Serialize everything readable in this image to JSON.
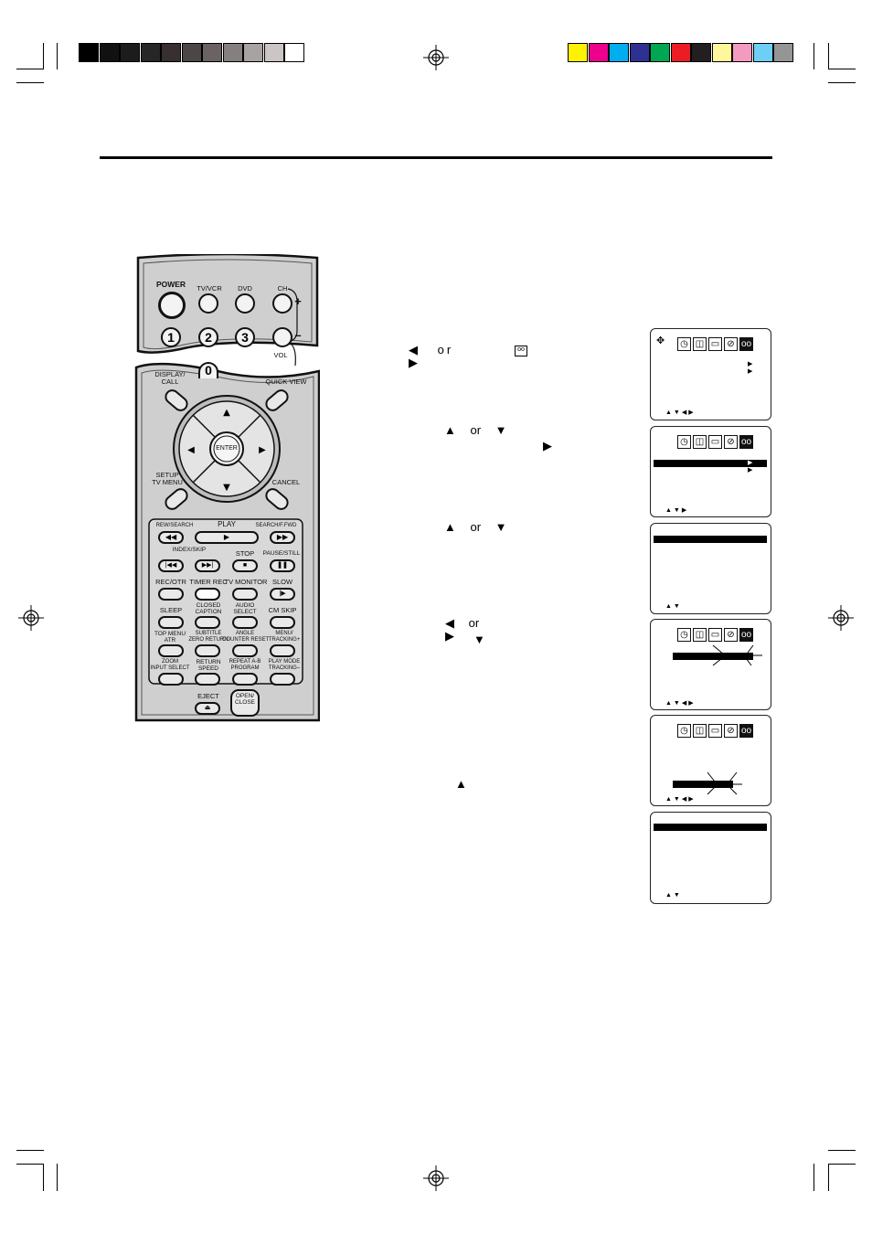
{
  "printer_swatches_gray": [
    "#000000",
    "#111111",
    "#1c1c1c",
    "#262626",
    "#383030",
    "#4d4646",
    "#6b6363",
    "#857f7f",
    "#a8a2a2",
    "#cbc5c5",
    "#ffffff"
  ],
  "printer_swatches_color": [
    "#fff200",
    "#ec008c",
    "#00aeef",
    "#2e3192",
    "#00a651",
    "#ed1c24",
    "#231f20",
    "#fff799",
    "#f49ac1",
    "#6dcff6",
    "#959595"
  ],
  "remote": {
    "power_label": "POWER",
    "tvvcr_label": "TV/VCR",
    "dvd_label": "DVD",
    "ch_label": "CH",
    "ch_plus": "+",
    "ch_minus": "–",
    "vol_label": "VOL",
    "numbers": [
      "1",
      "2",
      "3",
      "0"
    ],
    "display_label": "DISPLAY/\nCALL",
    "quick_view_label": "QUICK VIEW",
    "enter_label": "ENTER",
    "setup_label": "SETUP\nTV MENU",
    "cancel_label": "CANCEL",
    "rew_label": "REW/SEARCH",
    "play_label": "PLAY",
    "ffwd_label": "SEARCH/F.FWD",
    "index_label": "INDEX/SKIP",
    "stop_label": "STOP",
    "pause_label": "PAUSE/STILL",
    "recotr_label": "REC/OTR",
    "timerrec_label": "TIMER REC",
    "tvmonitor_label": "TV MONITOR",
    "slow_label": "SLOW",
    "sleep_label": "SLEEP",
    "closed_caption_label": "CLOSED\nCAPTION",
    "audio_select_label": "AUDIO\nSELECT",
    "cm_skip_label": "CM SKIP",
    "top_menu_label": "TOP MENU\nATR",
    "subtitle_label": "SUBTITLE\nZERO RETURN",
    "angle_label": "ANGLE\nCOUNTER RESET",
    "menu_tracking_label": "MENU/\nTRACKING+",
    "zoom_label": "ZOOM\nINPUT SELECT",
    "return_label": "RETURN\nSPEED",
    "repeat_label": "REPEAT A-B\nPROGRAM",
    "play_mode_label": "PLAY MODE\nTRACKING–",
    "eject_label": "EJECT",
    "open_close_label": "OPEN/\nCLOSE"
  },
  "instructions": {
    "step1_arrows": "◀ or ▶",
    "step2_arrows": "▲ or ▼",
    "step2_right": "▶",
    "step3_arrows": "▲ or ▼",
    "step4_arrows": "◀ or ▶",
    "step4_down": "▼",
    "step5_up": "▲"
  },
  "screens": {
    "nav_full": "▲▼◀▶",
    "nav_udr": "▲▼▶",
    "nav_ud": "▲▼"
  }
}
